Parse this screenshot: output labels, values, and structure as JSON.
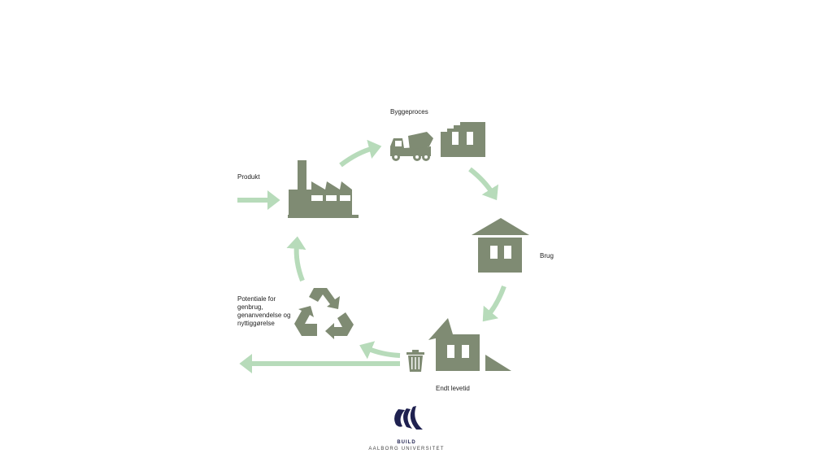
{
  "labels": {
    "produkt": "Produkt",
    "byggeproces": "Byggeproces",
    "brug": "Brug",
    "endt_levetid": "Endt levetid",
    "potentiale": [
      "Potentiale for",
      "genbrug,",
      "genanvendelse og",
      "nyttiggørelse"
    ]
  },
  "logo": {
    "unit": "BUILD",
    "university": "AALBORG UNIVERSITET"
  },
  "colors": {
    "icon": "#7f8b73",
    "arrow": "#b7dbba",
    "logo": "#1f2150"
  }
}
